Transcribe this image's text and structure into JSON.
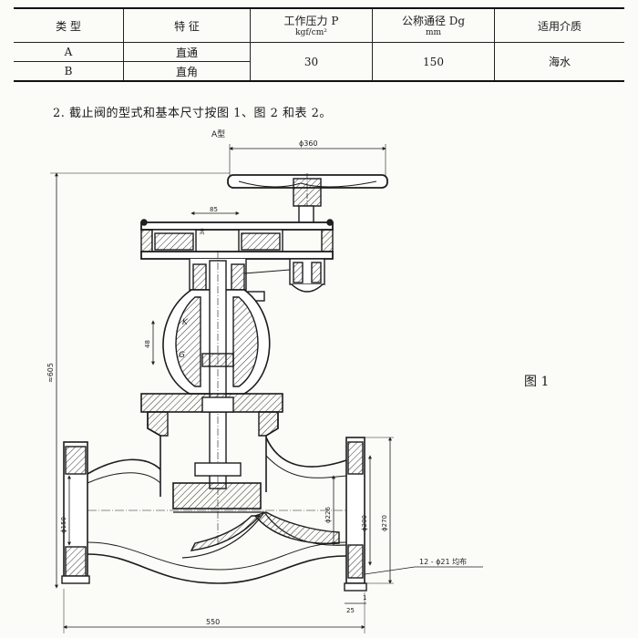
{
  "table": {
    "headers": {
      "type": "类 型",
      "feature": "特 征",
      "pressure": "工作压力 P",
      "pressure_unit": "kgf/cm²",
      "diameter": "公称通径 Dg",
      "diameter_unit": "mm",
      "medium": "适用介质"
    },
    "rows": [
      {
        "type": "A",
        "feature": "直通"
      },
      {
        "type": "B",
        "feature": "直角"
      }
    ],
    "pressure_value": "30",
    "diameter_value": "150",
    "medium_value": "海水"
  },
  "note": "2. 截止阀的型式和基本尺寸按图 1、图 2 和表 2。",
  "drawing": {
    "type_label": "A型",
    "dim_handwheel": "ϕ360",
    "dim_85": "85",
    "dim_30": "30",
    "dim_48": "48",
    "dim_height": "≈605",
    "dim_phi150": "ϕ150",
    "dim_phi226": "ϕ226",
    "dim_phi200": "ϕ200",
    "dim_phi270": "ϕ270",
    "bolt_note": "12 - ϕ21 均布",
    "dim_1": "1",
    "dim_25": "25",
    "dim_550": "550",
    "label_k": "K",
    "label_g": "G"
  },
  "figure_label": "图 1"
}
